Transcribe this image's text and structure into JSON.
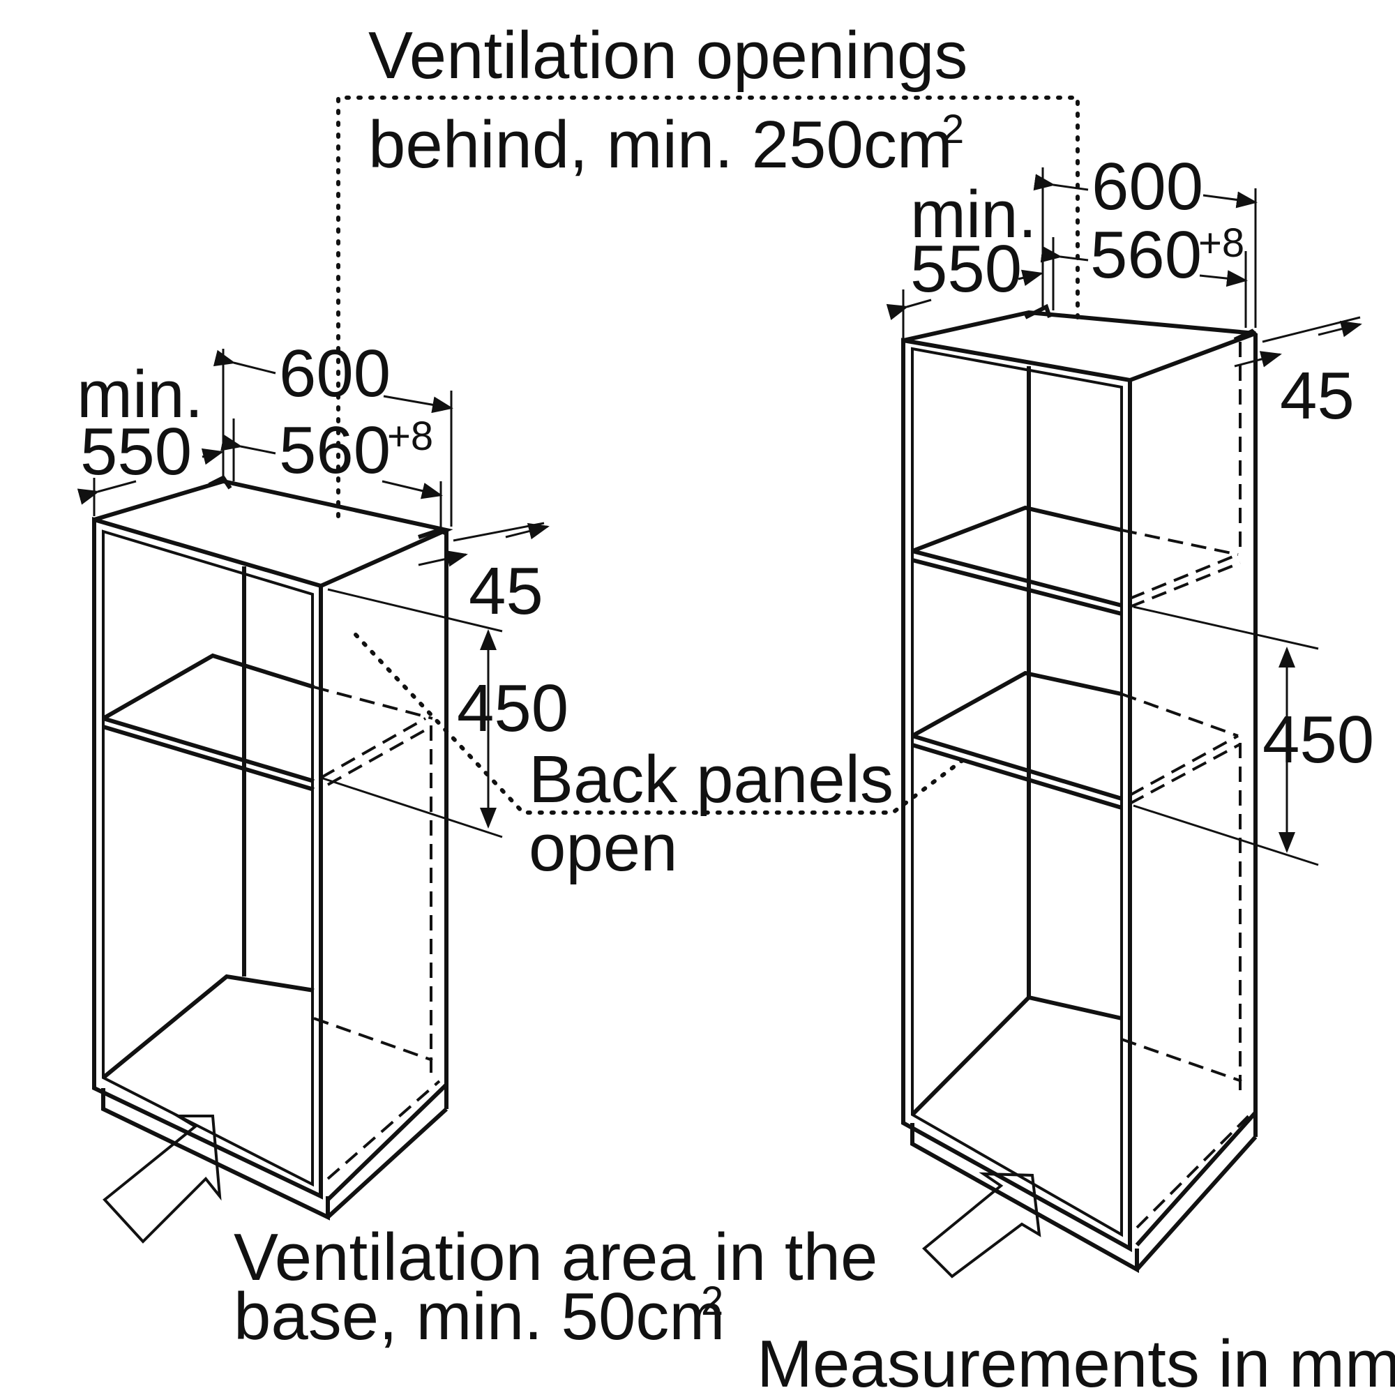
{
  "labels": {
    "vent_top_line1": "Ventilation openings",
    "vent_top_line2_main": "behind, min. 250cm",
    "vent_top_line2_sup": "2",
    "back_panels_line1": "Back panels",
    "back_panels_line2": "open",
    "vent_base_line1": "Ventilation area in the",
    "vent_base_line2_main": "base, min. 50cm",
    "vent_base_line2_sup": "2",
    "units_note": "Measurements in mm"
  },
  "left_cabinet": {
    "min_label": "min.",
    "depth": "550",
    "width_outer": "600",
    "width_inner_main": "560",
    "width_inner_sup": "+8",
    "offset": "45",
    "niche_height": "450"
  },
  "right_cabinet": {
    "min_label": "min.",
    "depth": "550",
    "width_outer": "600",
    "width_inner_main": "560",
    "width_inner_sup": "+8",
    "offset": "45",
    "niche_height": "450"
  },
  "colors": {
    "line": "#111111",
    "background": "#ffffff"
  }
}
